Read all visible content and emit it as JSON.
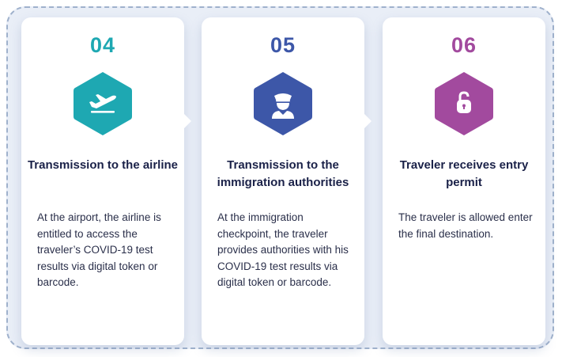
{
  "colors": {
    "teal": "#1ea8b2",
    "blue": "#3d57a8",
    "purple": "#a24a9e"
  },
  "steps": [
    {
      "number": "04",
      "icon": "airplane-takeoff-icon",
      "color": "#1ea8b2",
      "title": "Transmission to the airline",
      "body": "At the airport, the airline is entitled to access the traveler’s COVID-19 test results via digital token or barcode."
    },
    {
      "number": "05",
      "icon": "immigration-officer-icon",
      "color": "#3d57a8",
      "title": "Transmission to the immigration authorities",
      "body": "At the immigration checkpoint, the traveler provides authorities with his COVID-19 test results via digital token or barcode."
    },
    {
      "number": "06",
      "icon": "unlocked-padlock-icon",
      "color": "#a24a9e",
      "title": "Traveler receives entry permit",
      "body": "The traveler is allowed enter the final destination."
    }
  ]
}
